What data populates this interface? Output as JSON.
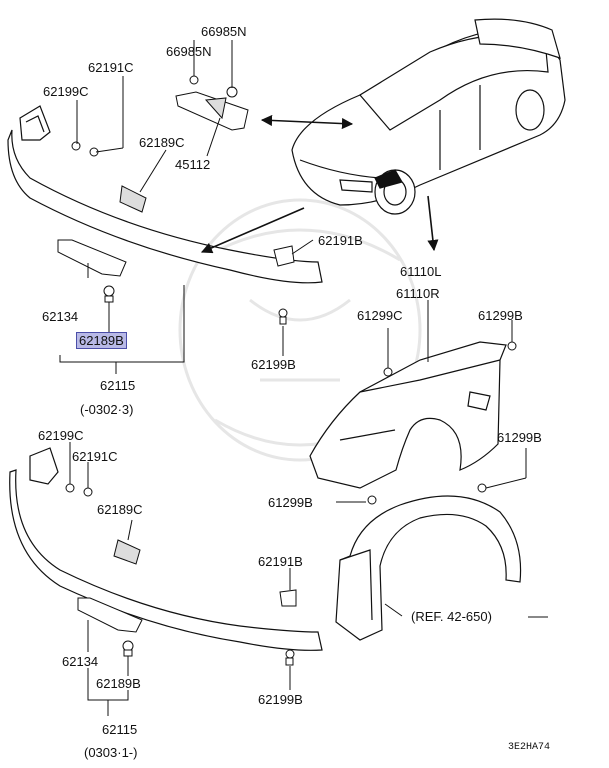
{
  "labels": {
    "p66985n_a": "66985N",
    "p66985n_b": "66985N",
    "p62191c_a": "62191C",
    "p62199c_a": "62199C",
    "p62189c_a": "62189C",
    "p45112": "45112",
    "p62191b_a": "62191B",
    "p61110l": "61110L",
    "p61110r": "61110R",
    "p61299c": "61299C",
    "p61299b_a": "61299B",
    "p62134_a": "62134",
    "p62189b_a": "62189B",
    "p62199b_a": "62199B",
    "p62115_a": "62115",
    "range_a": "(-0302·3)",
    "p62199c_b": "62199C",
    "p61299b_b": "61299B",
    "p62191c_b": "62191C",
    "p61299b_c": "61299B",
    "p62189c_b": "62189C",
    "p62191b_b": "62191B",
    "ref": "(REF. 42-650)",
    "p62134_b": "62134",
    "p62189b_b": "62189B",
    "p62199b_b": "62199B",
    "p62115_b": "62115",
    "range_b": "(0303·1-)",
    "code": "3E2HA74"
  },
  "highlight_color": "#b8b9e6"
}
